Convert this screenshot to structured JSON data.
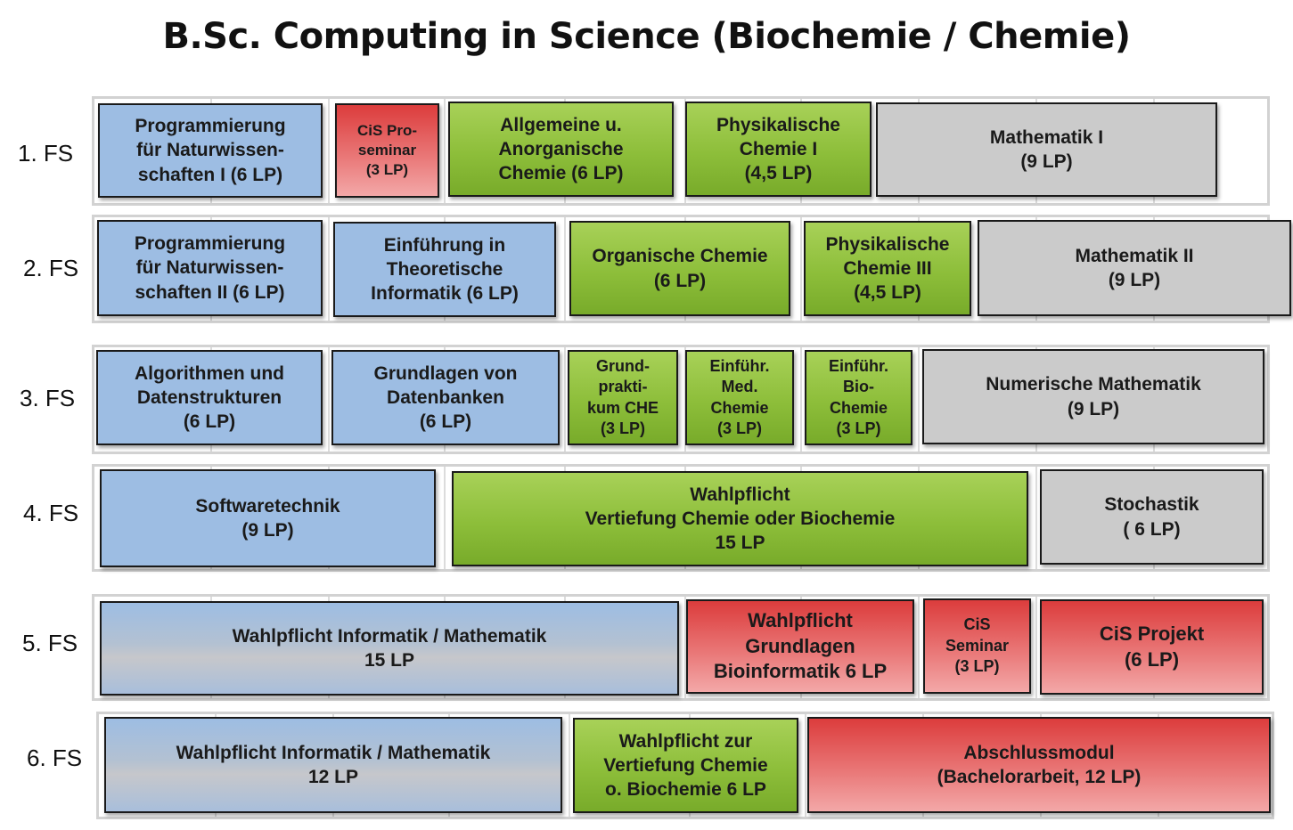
{
  "title": "B.Sc. Computing in Science (Biochemie / Chemie)",
  "colors": {
    "informatik": "#9dbde3",
    "cis": "#e05555",
    "chemie": "#8dbe3a",
    "mathematik": "#cbcbcb"
  },
  "semesters": [
    {
      "label": "1. FS",
      "modules": [
        {
          "text": "Programmierung\nfür Naturwissen-\nschaften I (6 LP)",
          "color": "blue"
        },
        {
          "text": "CiS Pro-\nseminar\n(3 LP)",
          "color": "red"
        },
        {
          "text": "Allgemeine u.\nAnorganische\nChemie (6 LP)",
          "color": "green"
        },
        {
          "text": "Physikalische\nChemie I\n(4,5 LP)",
          "color": "green"
        },
        {
          "text": "Mathematik I\n(9 LP)",
          "color": "gray"
        }
      ]
    },
    {
      "label": "2. FS",
      "modules": [
        {
          "text": "Programmierung\nfür Naturwissen-\nschaften II (6 LP)",
          "color": "blue"
        },
        {
          "text": "Einführung in\nTheoretische\nInformatik (6 LP)",
          "color": "blue"
        },
        {
          "text": "Organische Chemie\n(6 LP)",
          "color": "green"
        },
        {
          "text": "Physikalische\nChemie III\n(4,5 LP)",
          "color": "green"
        },
        {
          "text": "Mathematik II\n(9 LP)",
          "color": "gray"
        }
      ]
    },
    {
      "label": "3. FS",
      "modules": [
        {
          "text": "Algorithmen und\nDatenstrukturen\n(6 LP)",
          "color": "blue"
        },
        {
          "text": "Grundlagen von\nDatenbanken\n(6 LP)",
          "color": "blue"
        },
        {
          "text": "Grund-\nprakti-\nkum CHE\n(3 LP)",
          "color": "green"
        },
        {
          "text": "Einführ.\nMed.\nChemie\n(3 LP)",
          "color": "green"
        },
        {
          "text": "Einführ.\nBio-\nChemie\n(3 LP)",
          "color": "green"
        },
        {
          "text": "Numerische Mathematik\n(9 LP)",
          "color": "gray"
        }
      ]
    },
    {
      "label": "4. FS",
      "modules": [
        {
          "text": "Softwaretechnik\n(9 LP)",
          "color": "blue"
        },
        {
          "text": "Wahlpflicht\nVertiefung Chemie oder Biochemie\n15 LP",
          "color": "green"
        },
        {
          "text": "Stochastik\n( 6 LP)",
          "color": "gray"
        }
      ]
    },
    {
      "label": "5. FS",
      "modules": [
        {
          "text": "Wahlpflicht Informatik / Mathematik\n15 LP",
          "color": "mixed"
        },
        {
          "text": "Wahlpflicht\nGrundlagen\nBioinformatik 6 LP",
          "color": "red"
        },
        {
          "text": "CiS\nSeminar\n(3 LP)",
          "color": "red"
        },
        {
          "text": "CiS Projekt\n(6 LP)",
          "color": "red"
        }
      ]
    },
    {
      "label": "6. FS",
      "modules": [
        {
          "text": "Wahlpflicht Informatik / Mathematik\n12 LP",
          "color": "mixed"
        },
        {
          "text": "Wahlpflicht zur\nVertiefung Chemie\no. Biochemie 6 LP",
          "color": "green"
        },
        {
          "text": "Abschlussmodul\n(Bachelorarbeit, 12 LP)",
          "color": "red"
        }
      ]
    }
  ]
}
